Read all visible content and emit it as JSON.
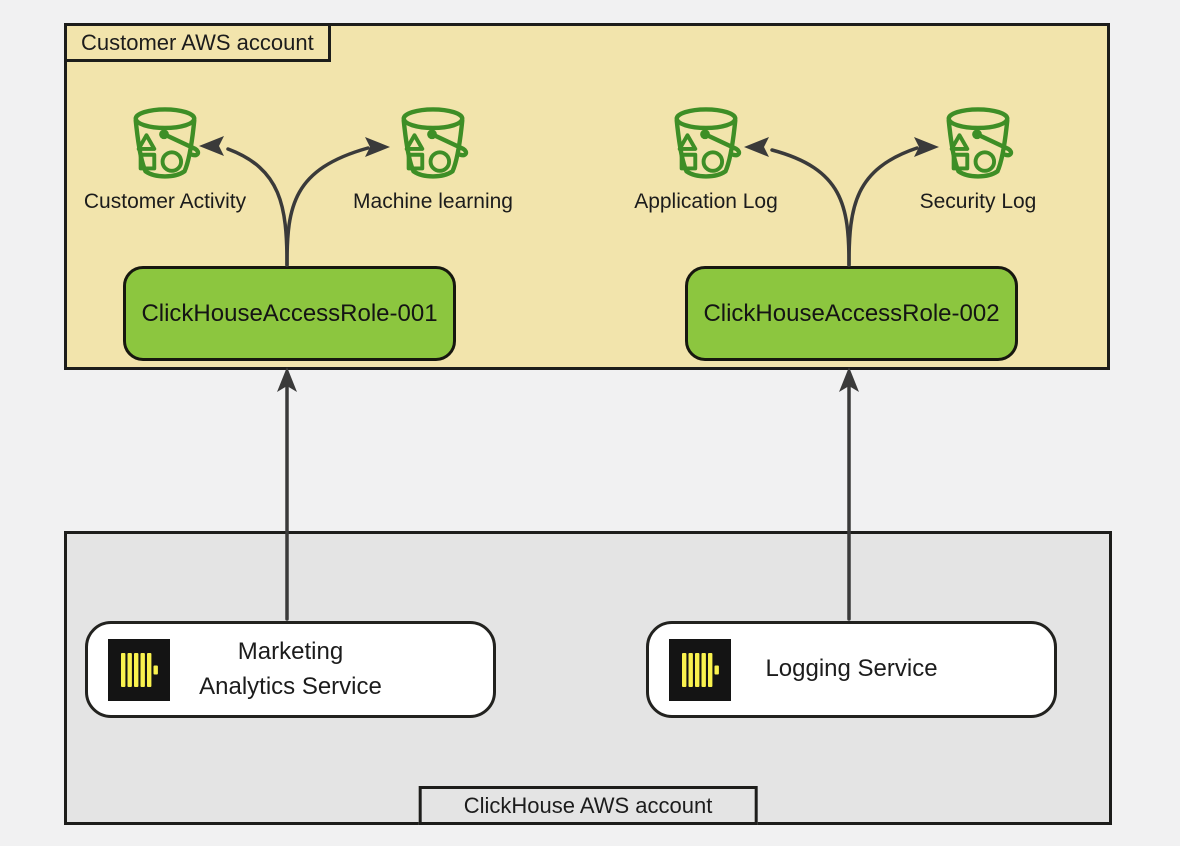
{
  "customer_account": {
    "label": "Customer AWS account",
    "buckets": [
      {
        "label": "Customer Activity"
      },
      {
        "label": "Machine learning"
      },
      {
        "label": "Application Log"
      },
      {
        "label": "Security Log"
      }
    ],
    "roles": [
      {
        "label": "ClickHouseAccessRole-001"
      },
      {
        "label": "ClickHouseAccessRole-002"
      }
    ]
  },
  "clickhouse_account": {
    "label": "ClickHouse AWS account",
    "services": [
      {
        "label": "Marketing\nAnalytics Service"
      },
      {
        "label": "Logging Service"
      }
    ]
  },
  "icons": {
    "bucket": "s3-bucket-icon",
    "service_logo": "clickhouse-logo-icon"
  },
  "colors": {
    "page_background": "#f1f1f2",
    "customer_box_fill": "#f2e4ac",
    "clickhouse_box_fill": "#e4e4e4",
    "box_border": "#1d1d1b",
    "role_fill": "#8cc63f",
    "bucket_stroke": "#3e8e26",
    "arrow": "#3a3a3a",
    "service_fill": "#ffffff",
    "logo_yellow": "#f9f24e",
    "logo_black": "#141414"
  }
}
